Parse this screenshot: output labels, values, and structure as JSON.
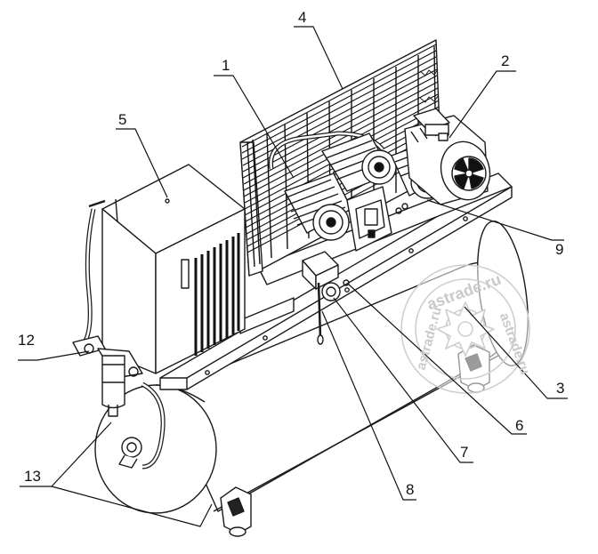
{
  "diagram": {
    "callouts": [
      {
        "id": "c1",
        "number": "1"
      },
      {
        "id": "c2",
        "number": "2"
      },
      {
        "id": "c3",
        "number": "3"
      },
      {
        "id": "c4",
        "number": "4"
      },
      {
        "id": "c5",
        "number": "5"
      },
      {
        "id": "c6",
        "number": "6"
      },
      {
        "id": "c7",
        "number": "7"
      },
      {
        "id": "c8",
        "number": "8"
      },
      {
        "id": "c9",
        "number": "9"
      },
      {
        "id": "c12",
        "number": "12"
      },
      {
        "id": "c13",
        "number": "13"
      }
    ]
  },
  "watermark": {
    "text_top": "astrade.ru",
    "text_left": "astrade.ru",
    "text_right": "astrade.ru"
  },
  "colors": {
    "line": "#1a1a1a",
    "fill": "#ffffff",
    "dark": "#111111",
    "watermark": "#c9c9c9"
  }
}
